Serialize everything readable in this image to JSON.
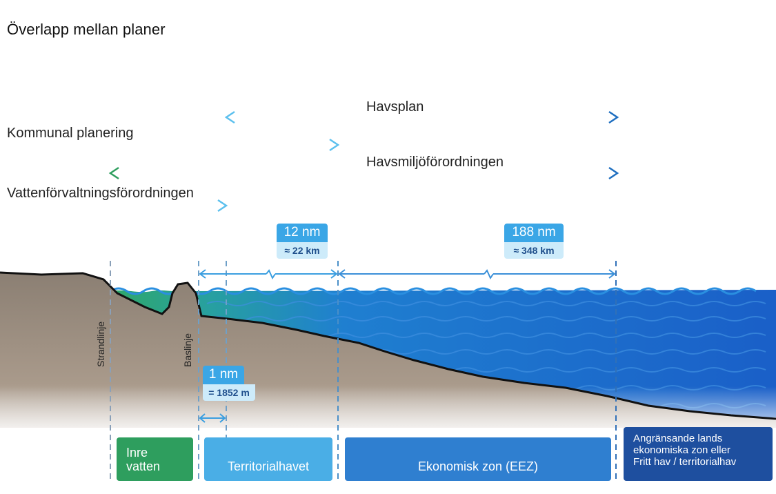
{
  "title": "Överlapp mellan planer",
  "plans": [
    {
      "label": "Havsplan"
    },
    {
      "label": "Kommunal planering"
    },
    {
      "label": "Havsmiljöförordningen"
    },
    {
      "label": "Vattenförvaltningsförordningen"
    }
  ],
  "distances": [
    {
      "nm": "12 nm",
      "km": "≈ 22 km"
    },
    {
      "nm": "188 nm",
      "km": "≈ 348 km"
    },
    {
      "nm": "1 nm",
      "km": "= 1852 m"
    }
  ],
  "boundaries": {
    "shoreline": "Strandlinje",
    "baseline": "Baslinje"
  },
  "zones": [
    {
      "label_line1": "Inre",
      "label_line2": "vatten",
      "color": "#2e9e5e"
    },
    {
      "label": "Territorialhavet",
      "color": "#4aaee6"
    },
    {
      "label": "Ekonomisk zon (EEZ)",
      "color": "#2f7fd0"
    },
    {
      "label_line1": "Angränsande lands",
      "label_line2": "ekonomiska zon eller",
      "label_line3": "Fritt hav / territorialhav",
      "color": "#1e4f9f"
    }
  ],
  "colors": {
    "green": "#3aa86b",
    "light_blue": "#5cc0ee",
    "mid_blue": "#2f7fd0",
    "dark_blue": "#1e4f9f"
  }
}
